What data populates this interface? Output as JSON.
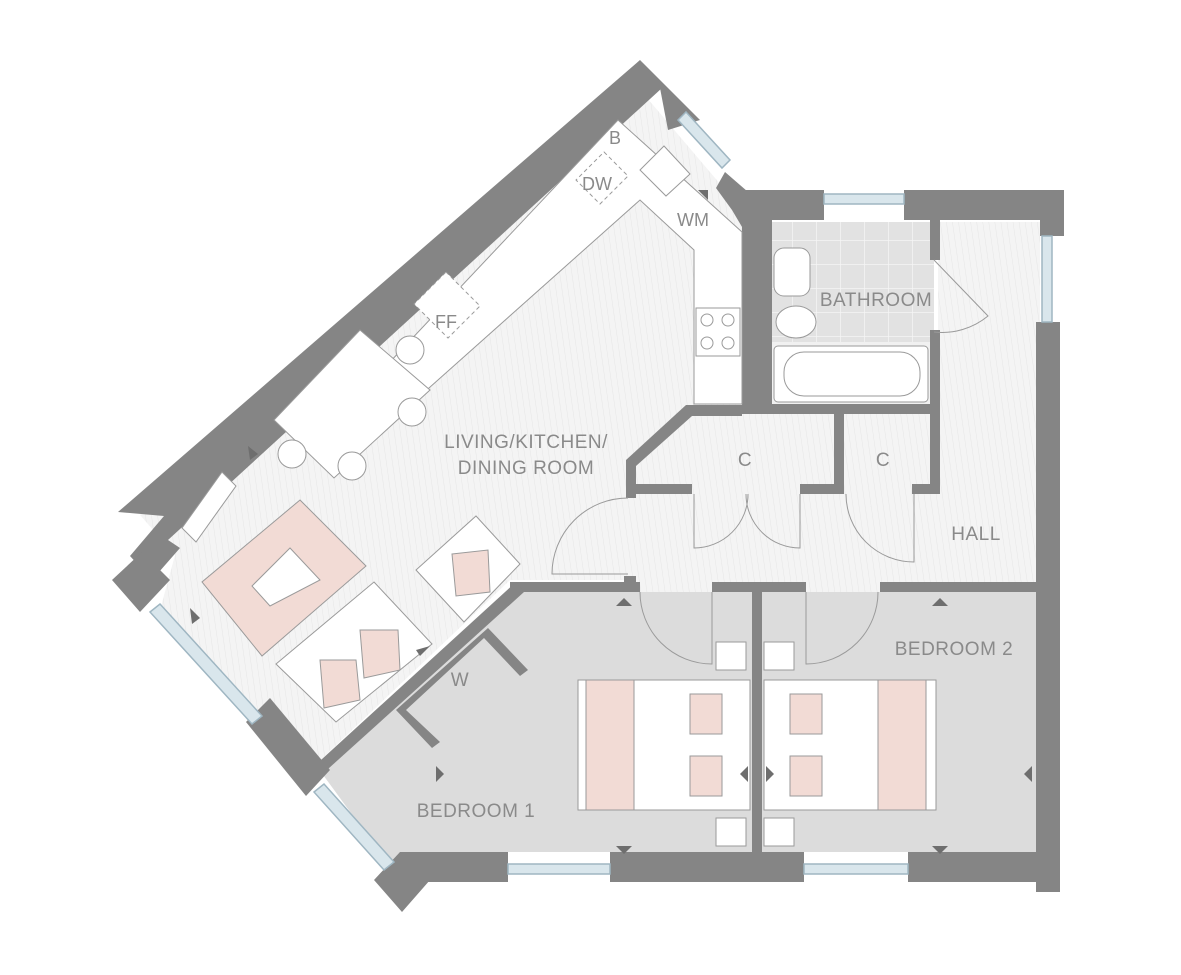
{
  "rooms": {
    "living": {
      "line1": "LIVING/KITCHEN/",
      "line2": "DINING ROOM"
    },
    "bathroom": "BATHROOM",
    "hall": "HALL",
    "bedroom1": "BEDROOM 1",
    "bedroom2": "BEDROOM 2",
    "cupboard1": "C",
    "cupboard2": "C",
    "wardrobe": "W"
  },
  "fixtures": {
    "boiler": "B",
    "dishwasher": "DW",
    "washing_machine": "WM",
    "fridge_freezer": "FF"
  },
  "colors": {
    "wall": "#858585",
    "floor_wood": "#f3f3f3",
    "floor_carpet": "#dcdcdc",
    "tile": "#e2e2e2",
    "soft_furnishing": "#f2dbd5",
    "window": "#c9dce6",
    "label": "#8a8a8a"
  }
}
